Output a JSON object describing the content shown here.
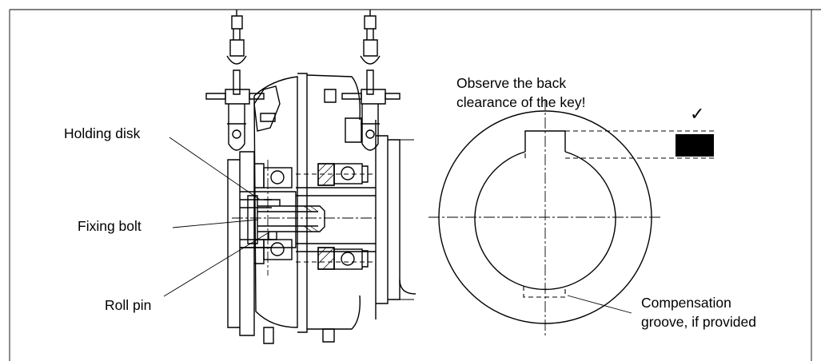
{
  "labels": {
    "holding_disk": "Holding disk",
    "fixing_bolt": "Fixing bolt",
    "roll_pin": "Roll pin",
    "back_clearance_line1": "Observe the back",
    "back_clearance_line2": "clearance of the key!",
    "compensation_line1": "Compensation",
    "compensation_line2": "groove, if provided",
    "check_mark": "✓"
  },
  "colors": {
    "ink": "#000000",
    "background": "#ffffff"
  }
}
